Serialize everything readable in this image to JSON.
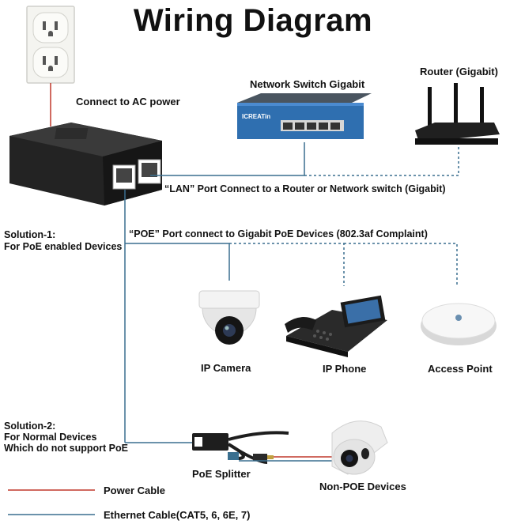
{
  "title": "Wiring Diagram",
  "labels": {
    "ac_power": "Connect to AC power",
    "switch": "Network Switch Gigabit",
    "router": "Router (Gigabit)",
    "lan_port": "“LAN” Port Connect to a Router or Network switch (Gigabit)",
    "poe_port": "“POE” Port connect to Gigabit PoE Devices (802.3af Complaint)",
    "solution1_line1": "Solution-1:",
    "solution1_line2": "For PoE enabled Devices",
    "solution2_line1": "Solution-2:",
    "solution2_line2": "For Normal Devices",
    "solution2_line3": "Which do not support PoE",
    "ip_camera": "IP Camera",
    "ip_phone": "IP Phone",
    "access_point": "Access Point",
    "poe_splitter": "PoE Splitter",
    "non_poe_devices": "Non-POE Devices",
    "switch_brand": "ICREATin"
  },
  "legend": {
    "power_cable": "Power Cable",
    "ethernet_cable": "Ethernet Cable(CAT5, 6, 6E, 7)"
  },
  "colors": {
    "power_cable": "#c0392b",
    "ethernet_cable": "#3a6f8f",
    "switch_body": "#2f6fb0",
    "dark_device": "#1e1e1e"
  }
}
